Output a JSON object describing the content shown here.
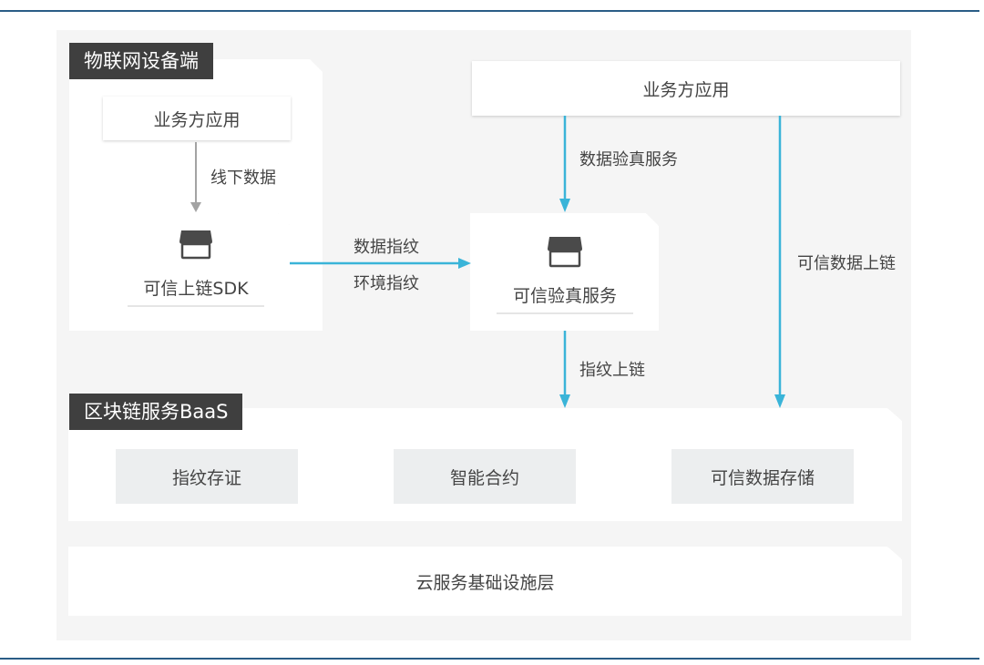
{
  "iot_device": {
    "tag": "物联网设备端",
    "app_box": "业务方应用",
    "offline_data_label": "线下数据",
    "sdk_box": "可信上链SDK"
  },
  "business_app": {
    "title": "业务方应用",
    "verify_service_label": "数据验真服务",
    "trusted_upload_label": "可信数据上链"
  },
  "verify_service": {
    "title": "可信验真服务",
    "data_fingerprint_label": "数据指纹",
    "env_fingerprint_label": "环境指纹",
    "fingerprint_upload_label": "指纹上链"
  },
  "baas": {
    "tag": "区块链服务BaaS",
    "modules": [
      "指纹存证",
      "智能合约",
      "可信数据存储"
    ]
  },
  "cloud_layer": {
    "title": "云服务基础设施层"
  },
  "colors": {
    "arrow_blue": "#3ab4d8",
    "arrow_gray": "#a3a3a3",
    "tag_bg": "#3f3f3f",
    "rule": "#2a5d86"
  }
}
